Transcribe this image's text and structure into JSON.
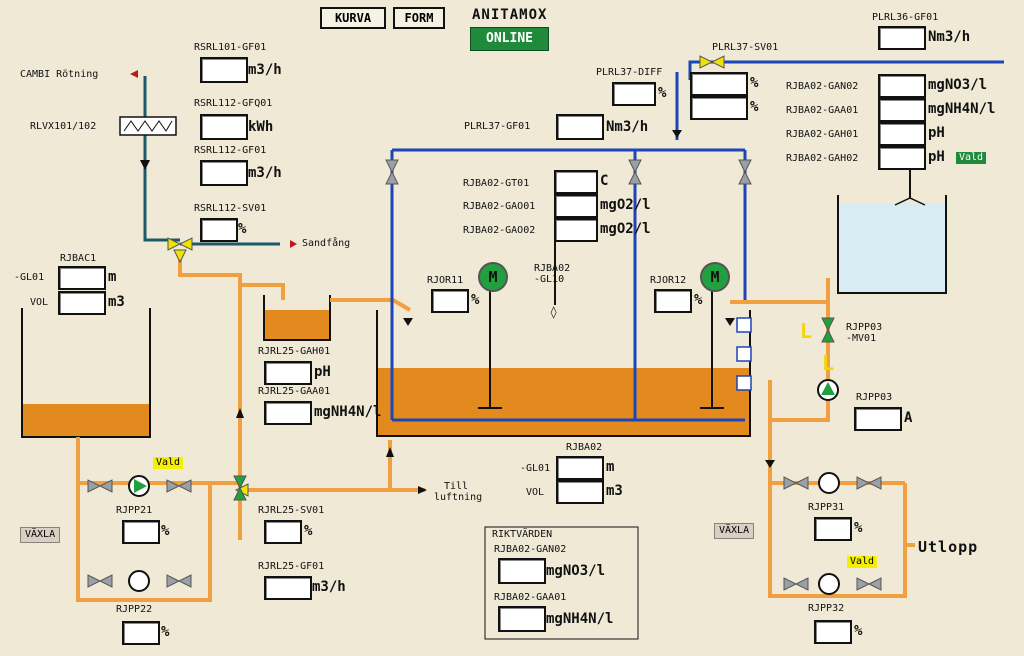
{
  "header": {
    "kurva_label": "KURVA",
    "form_label": "FORM",
    "title": "ANITAMOX",
    "status": "ONLINE"
  },
  "top_left": {
    "cambi_label": "CAMBI Rötning",
    "rlvx_label": "RLVX101/102",
    "sandfang_label": "Sandfång",
    "rsrl101_gf01": {
      "tag": "RSRL101-GF01",
      "unit": "m3/h"
    },
    "rsrl112_gfq01": {
      "tag": "RSRL112-GFQ01",
      "unit": "kWh"
    },
    "rsrl112_gf01": {
      "tag": "RSRL112-GF01",
      "unit": "m3/h"
    },
    "rsrl112_sv01": {
      "tag": "RSRL112-SV01",
      "unit": "%"
    }
  },
  "rjbac1": {
    "tag": "RJBAC1",
    "gl01_tag": "-GL01",
    "gl01_unit": "m",
    "vol_tag": "VOL",
    "vol_unit": "m3"
  },
  "pumps_left": {
    "vald": "Vald",
    "vaxla": "VÄXLA",
    "rjpp21": {
      "tag": "RJPP21",
      "unit": "%"
    },
    "rjpp22": {
      "tag": "RJPP22",
      "unit": "%"
    }
  },
  "rjrl25": {
    "gah01": {
      "tag": "RJRL25-GAH01",
      "unit": "pH"
    },
    "gaa01": {
      "tag": "RJRL25-GAA01",
      "unit": "mgNH4N/l"
    },
    "sv01": {
      "tag": "RJRL25-SV01",
      "unit": "%"
    },
    "gf01": {
      "tag": "RJRL25-GF01",
      "unit": "m3/h"
    },
    "till_line1": "Till",
    "till_line2": "luftning"
  },
  "reactor": {
    "plrl37_diff": {
      "tag": "PLRL37-DIFF",
      "unit": "%"
    },
    "unit_pct2": "%",
    "plrl37_gf01": {
      "tag": "PLRL37-GF01",
      "unit": "Nm3/h"
    },
    "plrl37_sv01": "PLRL37-SV01",
    "gt01": {
      "tag": "RJBA02-GT01",
      "unit": "C"
    },
    "gao01": {
      "tag": "RJBA02-GAO01",
      "unit": "mgO2/l"
    },
    "gao02": {
      "tag": "RJBA02-GAO02",
      "unit": "mgO2/l"
    },
    "gl10_line1": "RJBA02",
    "gl10_line2": "-GL10",
    "rjor11": {
      "tag": "RJOR11",
      "unit": "%"
    },
    "rjor12": {
      "tag": "RJOR12",
      "unit": "%"
    },
    "motor": "M",
    "rjba02_tag": "RJBA02",
    "rjba02_gl01": {
      "tag": "-GL01",
      "unit": "m"
    },
    "rjba02_vol": {
      "tag": "VOL",
      "unit": "m3"
    }
  },
  "right": {
    "plrl36": {
      "tag": "PLRL36-GF01",
      "unit": "Nm3/h"
    },
    "gan02": {
      "tag": "RJBA02-GAN02",
      "unit": "mgNO3/l"
    },
    "gaa01": {
      "tag": "RJBA02-GAA01",
      "unit": "mgNH4N/l"
    },
    "gah01": {
      "tag": "RJBA02-GAH01",
      "unit": "pH"
    },
    "gah02": {
      "tag": "RJBA02-GAH02",
      "unit": "pH"
    },
    "vald": "Vald",
    "rjpp03_mv01_line1": "RJPP03",
    "rjpp03_mv01_line2": "-MV01",
    "l_mark": "L",
    "rjpp03": {
      "tag": "RJPP03",
      "unit": "A"
    },
    "vaxla": "VÄXLA",
    "rjpp31": {
      "tag": "RJPP31",
      "unit": "%"
    },
    "rjpp32": {
      "tag": "RJPP32",
      "unit": "%"
    },
    "vald2": "Vald",
    "utlopp": "Utlopp"
  },
  "riktvarden": {
    "title": "RIKTVÄRDEN",
    "gan02": {
      "tag": "RJBA02-GAN02",
      "unit": "mgNO3/l"
    },
    "gaa01": {
      "tag": "RJBA02-GAA01",
      "unit": "mgNH4N/l"
    }
  }
}
